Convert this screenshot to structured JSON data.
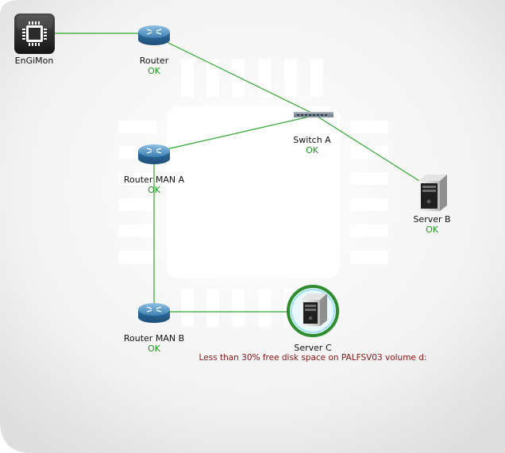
{
  "nodes": {
    "engimon": {
      "label": "EnGiMon"
    },
    "router": {
      "label": "Router",
      "status": "OK"
    },
    "switch_a": {
      "label": "Switch A",
      "status": "OK"
    },
    "router_man_a": {
      "label": "Router MAN A",
      "status": "OK"
    },
    "server_b": {
      "label": "Server B",
      "status": "OK"
    },
    "router_man_b": {
      "label": "Router MAN B",
      "status": "OK"
    },
    "server_c": {
      "label": "Server C",
      "alert": "Less than 30% free disk space on PALFSV03 volume d:"
    }
  },
  "colors": {
    "link": "#2ca82c",
    "ok": "#1c9a1c",
    "alert": "#8a1515",
    "highlight_ring": "#2e8b2e",
    "router": "#3a7fb0"
  }
}
